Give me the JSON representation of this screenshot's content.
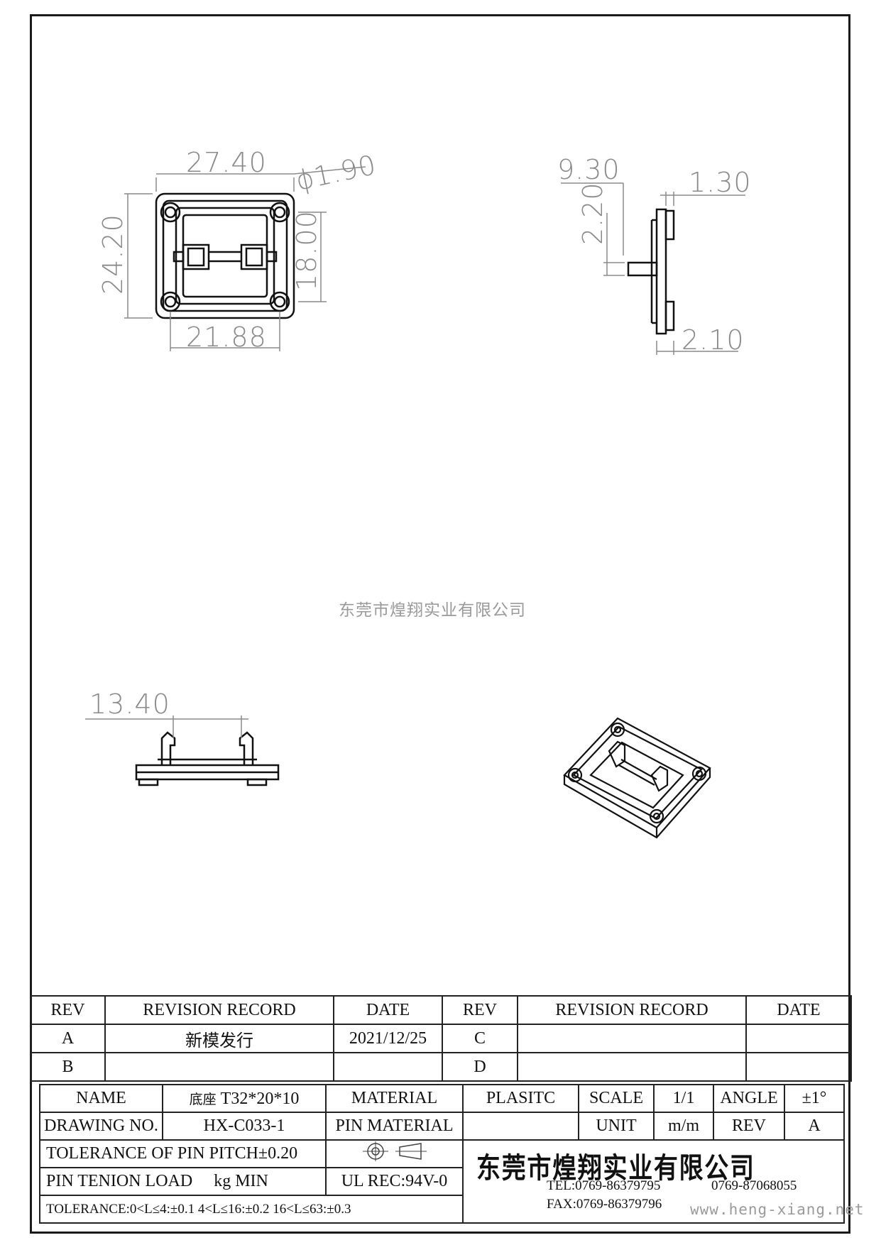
{
  "dimensions": {
    "top_width": "27.40",
    "hole_dia": "ϕ1.90",
    "height": "24.20",
    "inner_height": "18.00",
    "bottom_width": "21.88",
    "side_9": "9.30",
    "side_1": "1.30",
    "side_2": "2.20",
    "side_3": "2.10",
    "front": "13.40"
  },
  "watermark": "东莞市煌翔实业有限公司",
  "revision_table": {
    "headers": [
      "REV",
      "REVISION RECORD",
      "DATE",
      "REV",
      "REVISION RECORD",
      "DATE"
    ],
    "rows": [
      {
        "rev": "A",
        "record": "新模发行",
        "date": "2021/12/25",
        "rev2": "C",
        "record2": "",
        "date2": ""
      },
      {
        "rev": "B",
        "record": "",
        "date": "",
        "rev2": "D",
        "record2": "",
        "date2": ""
      }
    ]
  },
  "title_block": {
    "name_label": "NAME",
    "name_value_cn": "底座",
    "name_value": "T32*20*10",
    "material_label": "MATERIAL",
    "material_value": "PLASITC",
    "scale_label": "SCALE",
    "scale_value": "1/1",
    "angle_label": "ANGLE",
    "angle_value": "±1°",
    "drawing_no_label": "DRAWING NO.",
    "drawing_no_value": "HX-C033-1",
    "pin_material_label": "PIN MATERIAL",
    "unit_label": "UNIT",
    "unit_value": "m/m",
    "rev_label": "REV",
    "rev_value": "A",
    "tolerance_pitch": "TOLERANCE OF PIN PITCH±0.20",
    "pin_load_label": "PIN TENION LOAD",
    "pin_load_unit": "kg MIN",
    "ul_rec": "UL REC:94V-0",
    "tolerance_general": "TOLERANCE:0<L≤4:±0.1  4<L≤16:±0.2  16<L≤63:±0.3",
    "company": "东莞市煌翔实业有限公司",
    "tel": "TEL:0769-86379795",
    "tel2": "0769-87068055",
    "fax": "FAX:0769-86379796"
  },
  "website": "www.heng-xiang.net"
}
